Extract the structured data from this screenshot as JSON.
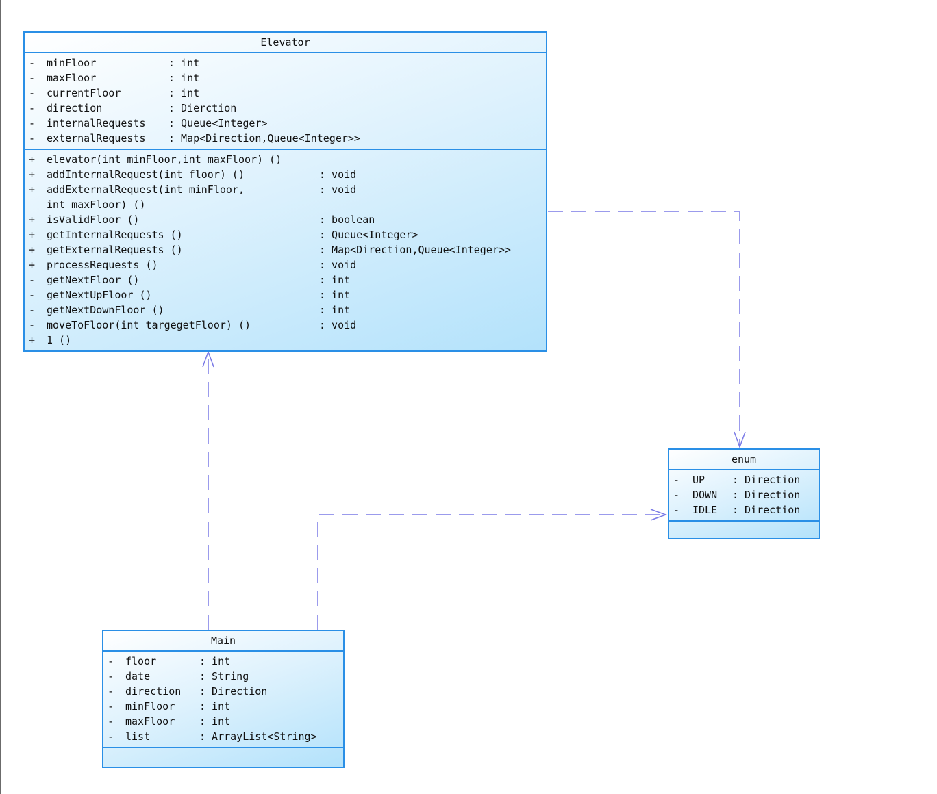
{
  "elevator": {
    "title": "Elevator",
    "attributes": [
      {
        "vis": "-",
        "name": "minFloor",
        "type": ": int"
      },
      {
        "vis": "-",
        "name": "maxFloor",
        "type": ": int"
      },
      {
        "vis": "-",
        "name": "currentFloor",
        "type": ": int"
      },
      {
        "vis": "-",
        "name": "direction",
        "type": ": Dierction"
      },
      {
        "vis": "-",
        "name": "internalRequests",
        "type": ": Queue<Integer>"
      },
      {
        "vis": "-",
        "name": "externalRequests",
        "type": ": Map<Direction,Queue<Integer>>"
      }
    ],
    "operations": [
      {
        "vis": "+",
        "name": "elevator(int minFloor,int maxFloor) ()",
        "type": ""
      },
      {
        "vis": "+",
        "name": "addInternalRequest(int floor) ()",
        "type": ": void"
      },
      {
        "vis": "+",
        "name": "addExternalRequest(int minFloor,",
        "type": ": void",
        "cont": "int maxFloor) ()"
      },
      {
        "vis": "+",
        "name": "isValidFloor ()",
        "type": ": boolean"
      },
      {
        "vis": "+",
        "name": "getInternalRequests ()",
        "type": ": Queue<Integer>"
      },
      {
        "vis": "+",
        "name": "getExternalRequests ()",
        "type": ": Map<Direction,Queue<Integer>>"
      },
      {
        "vis": "+",
        "name": "processRequests ()",
        "type": ": void"
      },
      {
        "vis": "-",
        "name": "getNextFloor ()",
        "type": ": int"
      },
      {
        "vis": "-",
        "name": "getNextUpFloor ()",
        "type": ": int"
      },
      {
        "vis": "-",
        "name": "getNextDownFloor ()",
        "type": ": int"
      },
      {
        "vis": "-",
        "name": "moveToFloor(int targegetFloor) ()",
        "type": ": void"
      },
      {
        "vis": "+",
        "name": "1 ()",
        "type": ""
      }
    ]
  },
  "enum_class": {
    "title": "enum",
    "attributes": [
      {
        "vis": "-",
        "name": "UP",
        "type": ": Direction"
      },
      {
        "vis": "-",
        "name": "DOWN",
        "type": ": Direction"
      },
      {
        "vis": "-",
        "name": "IDLE",
        "type": ": Direction"
      }
    ],
    "operations": []
  },
  "main": {
    "title": "Main",
    "attributes": [
      {
        "vis": "-",
        "name": "floor",
        "type": ": int"
      },
      {
        "vis": "-",
        "name": "date",
        "type": ": String"
      },
      {
        "vis": "-",
        "name": "direction",
        "type": ": Direction"
      },
      {
        "vis": "-",
        "name": "minFloor",
        "type": ": int"
      },
      {
        "vis": "-",
        "name": "maxFloor",
        "type": ": int"
      },
      {
        "vis": "-",
        "name": "list",
        "type": ": ArrayList<String>"
      }
    ],
    "operations": []
  },
  "colors": {
    "border": "#2a8fe6",
    "connector": "#7a7ae6"
  }
}
